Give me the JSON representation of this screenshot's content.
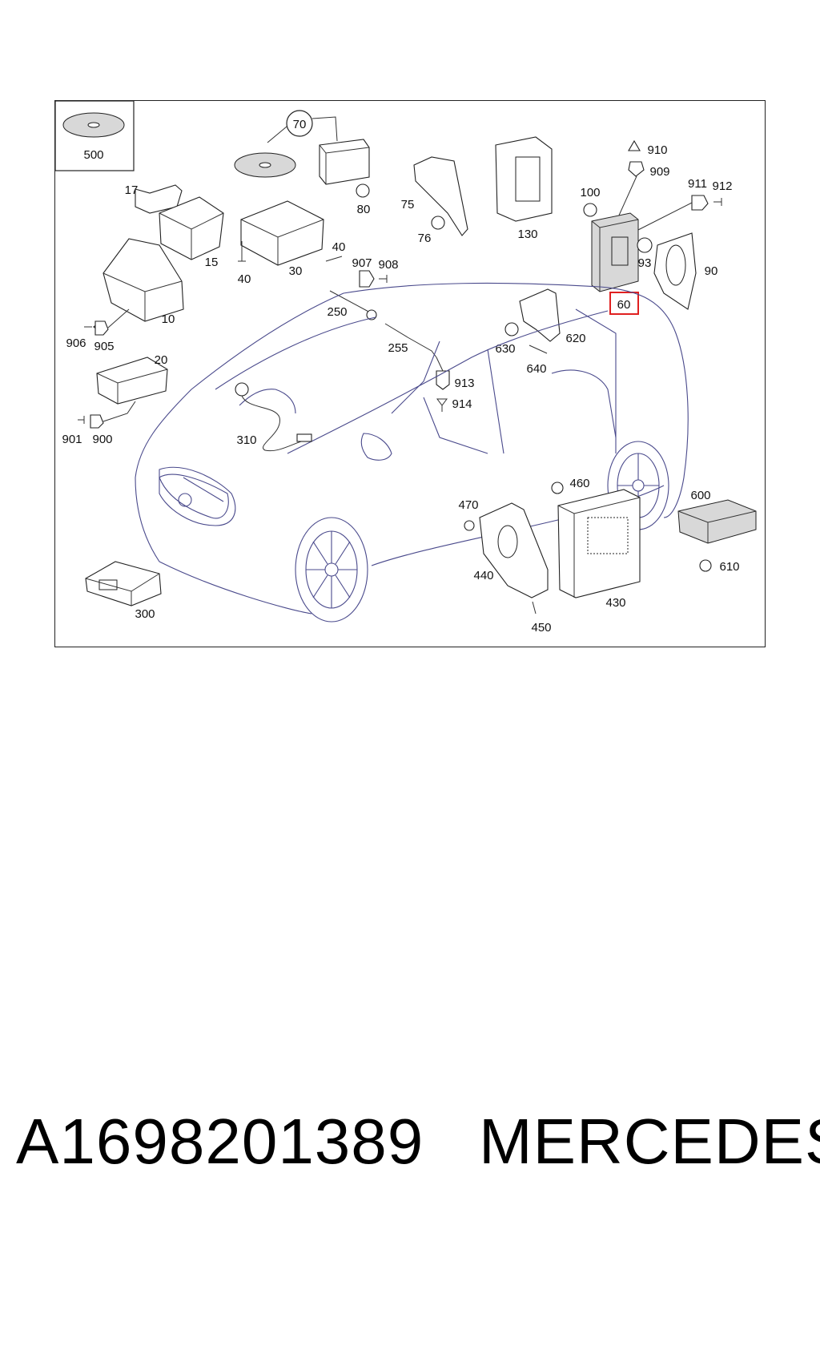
{
  "diagram": {
    "callouts": {
      "c500": "500",
      "c70": "70",
      "c17": "17",
      "c15": "15",
      "c80": "80",
      "c75": "75",
      "c76": "76",
      "c130": "130",
      "c910": "910",
      "c909": "909",
      "c100": "100",
      "c911": "911",
      "c912": "912",
      "c40a": "40",
      "c40b": "40",
      "c30": "30",
      "c907": "907",
      "c908": "908",
      "c93": "93",
      "c90": "90",
      "c10": "10",
      "c906": "906",
      "c905": "905",
      "c250": "250",
      "c60": "60",
      "c630": "630",
      "c620": "620",
      "c255": "255",
      "c640": "640",
      "c20": "20",
      "c913": "913",
      "c914": "914",
      "c901": "901",
      "c900": "900",
      "c310": "310",
      "c460": "460",
      "c600": "600",
      "c470": "470",
      "c440": "440",
      "c430": "430",
      "c610": "610",
      "c300": "300",
      "c450": "450"
    },
    "highlighted_callout": "60",
    "highlight_color": "#e02020"
  },
  "footer": {
    "part_number": "A1698201389",
    "brand": "MERCEDES"
  }
}
